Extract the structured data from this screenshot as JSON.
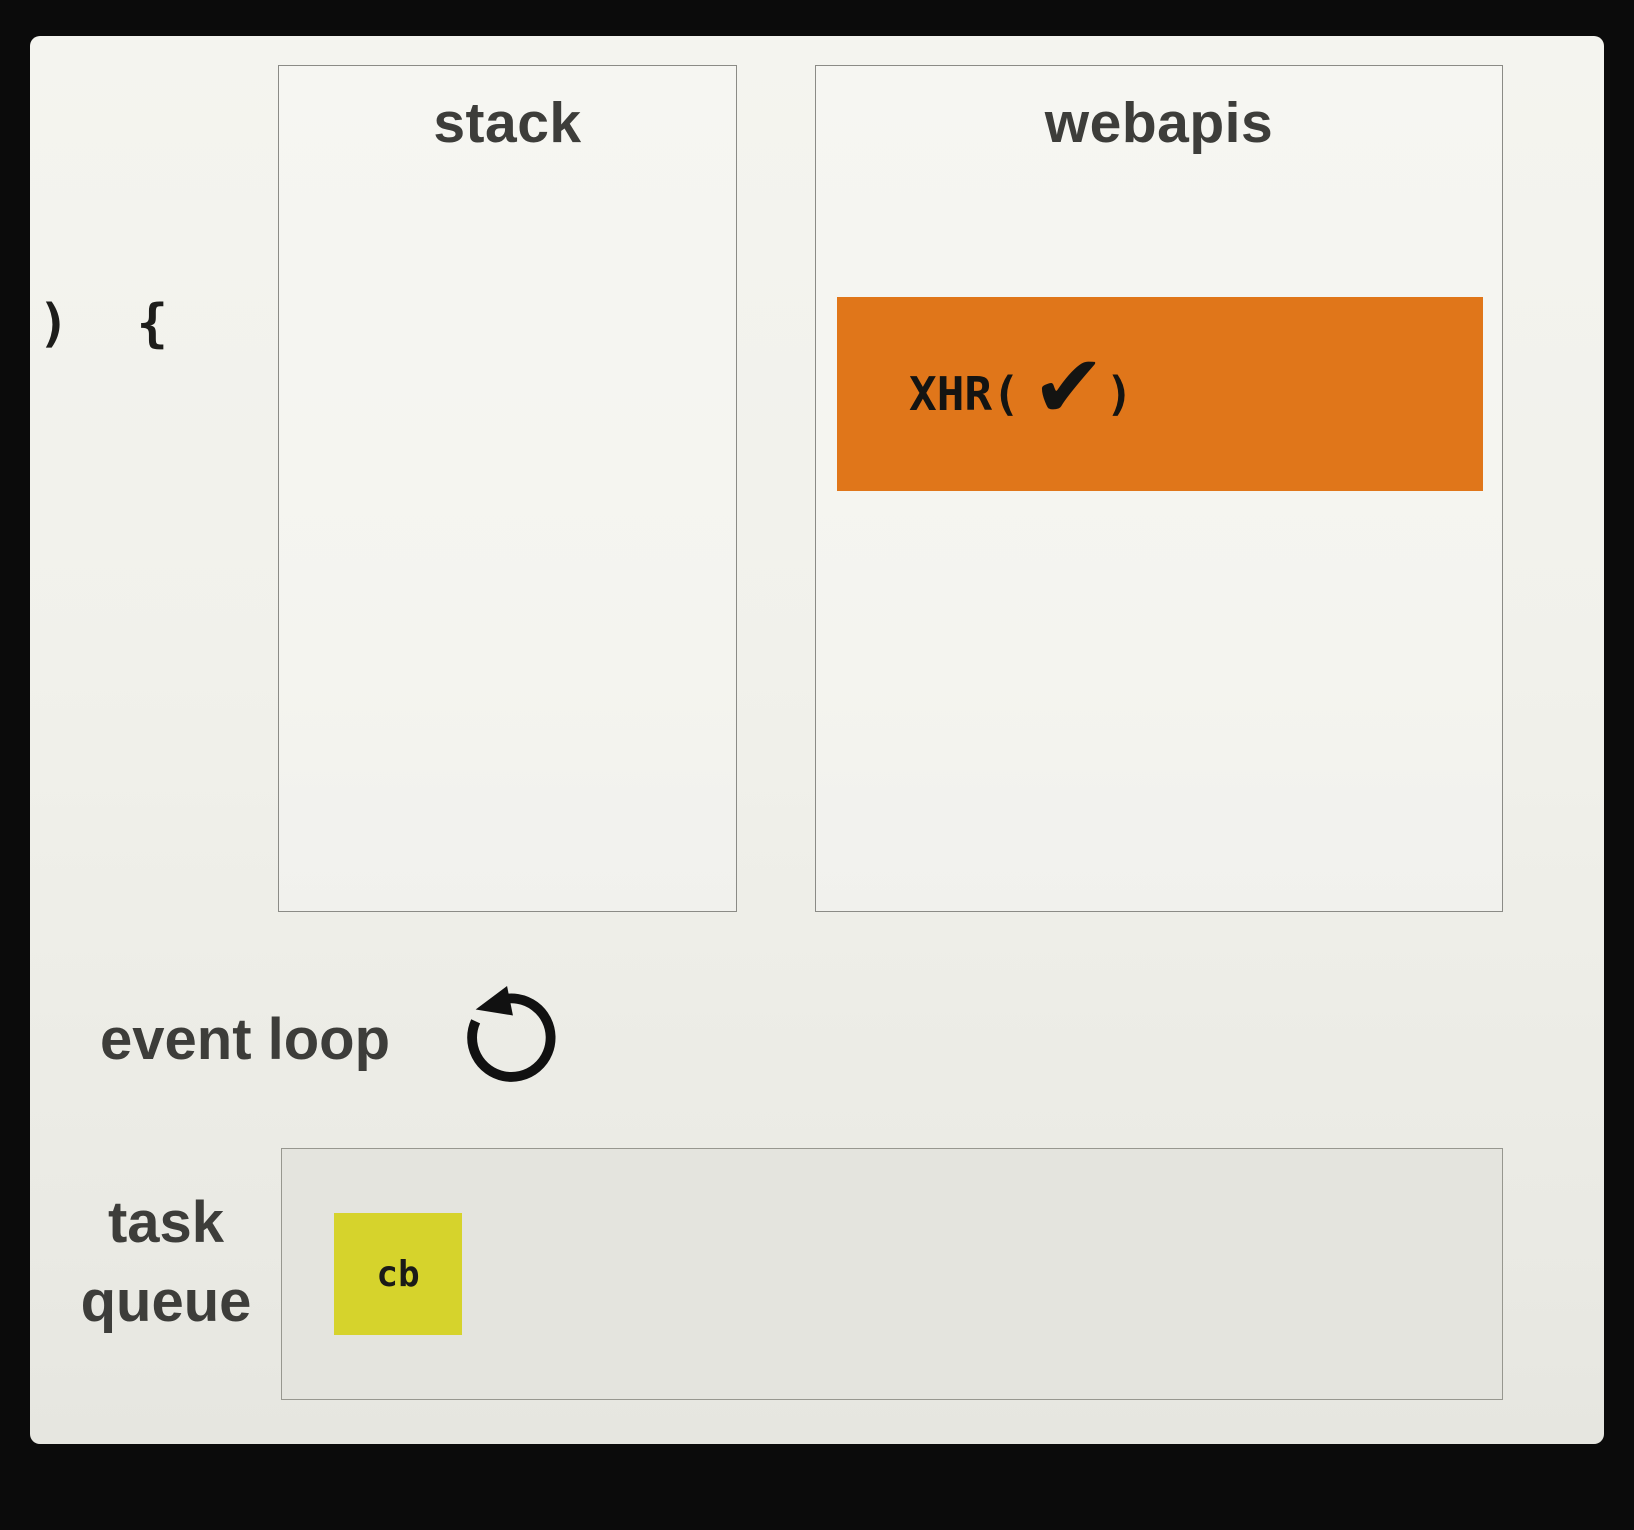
{
  "diagram": {
    "code_fragment": ") {",
    "stack": {
      "title": "stack"
    },
    "webapis": {
      "title": "webapis",
      "task": {
        "prefix": "XHR(",
        "check": "✔",
        "suffix": ")"
      }
    },
    "event_loop": {
      "label": "event loop",
      "icon": "counterclockwise-loop-arrow-icon"
    },
    "task_queue": {
      "label_lines": [
        "task",
        "queue"
      ],
      "items": [
        {
          "label": "cb"
        }
      ]
    },
    "colors": {
      "webapi_task_bg": "#e0761a",
      "queue_item_bg": "#d6d32c",
      "slide_bg": "#f1f1eb",
      "frame_bg": "#0b0b0b",
      "text": "#3d3d3a"
    }
  }
}
